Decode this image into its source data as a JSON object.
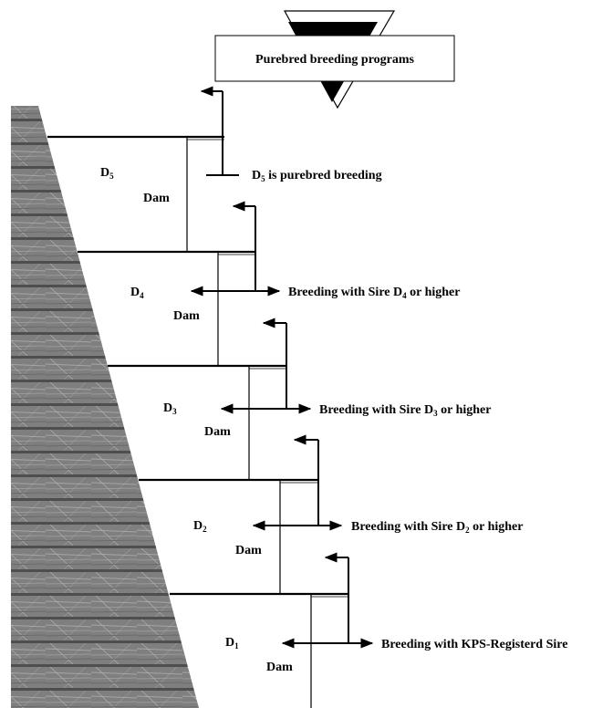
{
  "title": "Purebred breeding programs",
  "steps": [
    {
      "letter": "D",
      "sub": "5",
      "dam": "Dam",
      "desc_pre": "",
      "desc_sub": "",
      "desc_post": ""
    },
    {
      "letter": "D",
      "sub": "4",
      "dam": "Dam",
      "desc_pre": "Breeding with Sire D",
      "desc_sub": "4",
      "desc_post": " or higher"
    },
    {
      "letter": "D",
      "sub": "3",
      "dam": "Dam",
      "desc_pre": "Breeding with Sire D",
      "desc_sub": "3",
      "desc_post": " or higher"
    },
    {
      "letter": "D",
      "sub": "2",
      "dam": "Dam",
      "desc_pre": "Breeding with Sire D",
      "desc_sub": "2",
      "desc_post": " or higher"
    },
    {
      "letter": "D",
      "sub": "1",
      "dam": "Dam",
      "desc_pre": "Breeding with KPS-Registerd Sire",
      "desc_sub": "",
      "desc_post": ""
    }
  ],
  "d5_note": {
    "pre": "D",
    "sub": "5",
    "post": " is purebred breeding"
  }
}
